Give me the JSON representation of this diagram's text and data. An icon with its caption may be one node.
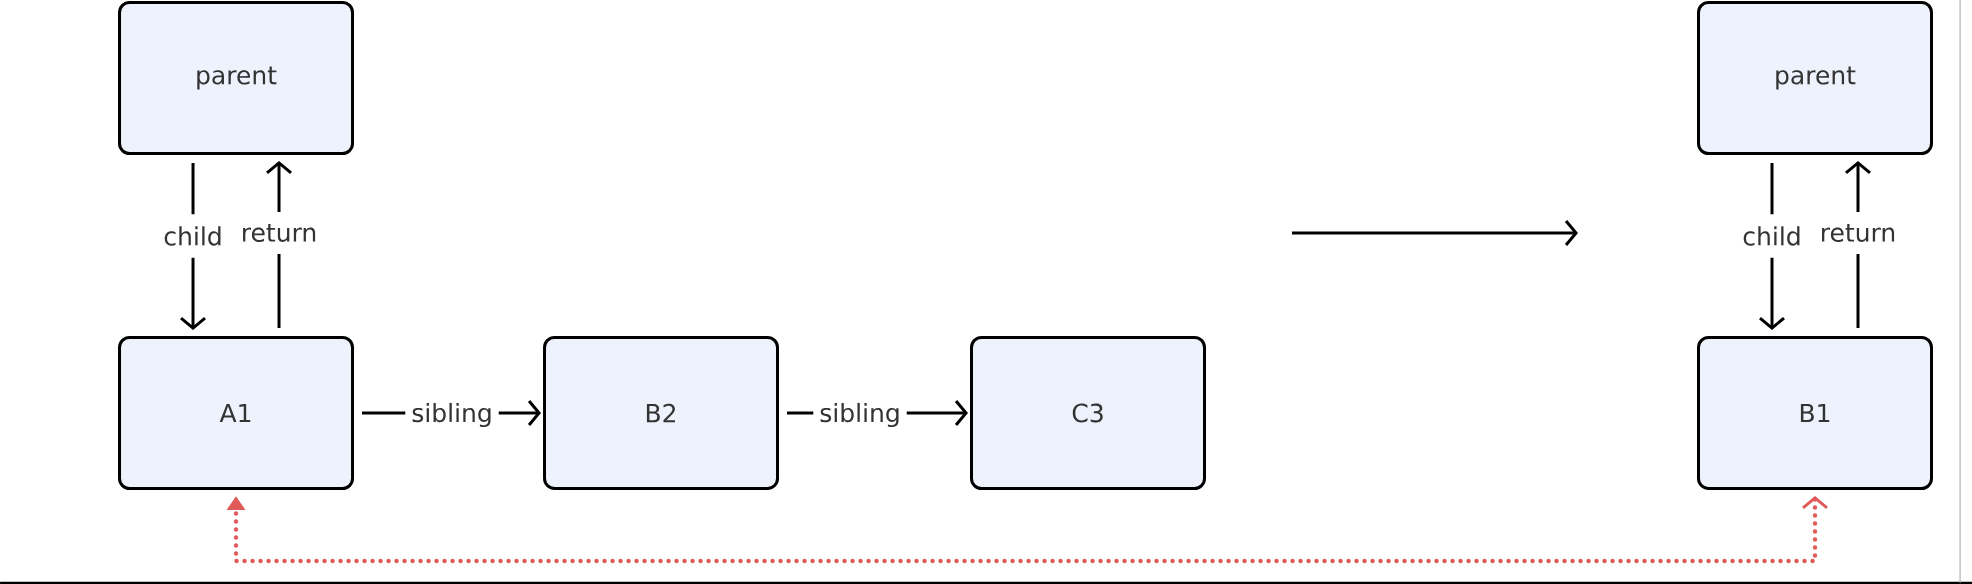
{
  "diagram": {
    "nodes": [
      {
        "text": [
          "parent"
        ]
      },
      {
        "text": [
          "A1"
        ]
      },
      {
        "text": [
          "B2"
        ]
      },
      {
        "text": [
          "C3"
        ]
      },
      {
        "text": [
          "parent"
        ]
      },
      {
        "text": [
          "B1"
        ]
      }
    ],
    "edges": [
      {
        "from": 0,
        "to": 1,
        "arrow": "to",
        "label": "child"
      },
      {
        "from": 1,
        "to": 0,
        "arrow": "to",
        "label": "return"
      },
      {
        "from": 1,
        "to": 2,
        "arrow": "to",
        "label": "sibling"
      },
      {
        "from": 2,
        "to": 3,
        "arrow": "to",
        "label": "sibling"
      },
      {
        "from": 4,
        "to": 5,
        "arrow": "to",
        "label": "child"
      },
      {
        "from": 5,
        "to": 4,
        "arrow": "to",
        "label": "return"
      },
      {
        "from": 5,
        "to": 1,
        "arrow": "both",
        "style": "dashed",
        "color": "#e05a5a"
      }
    ]
  }
}
